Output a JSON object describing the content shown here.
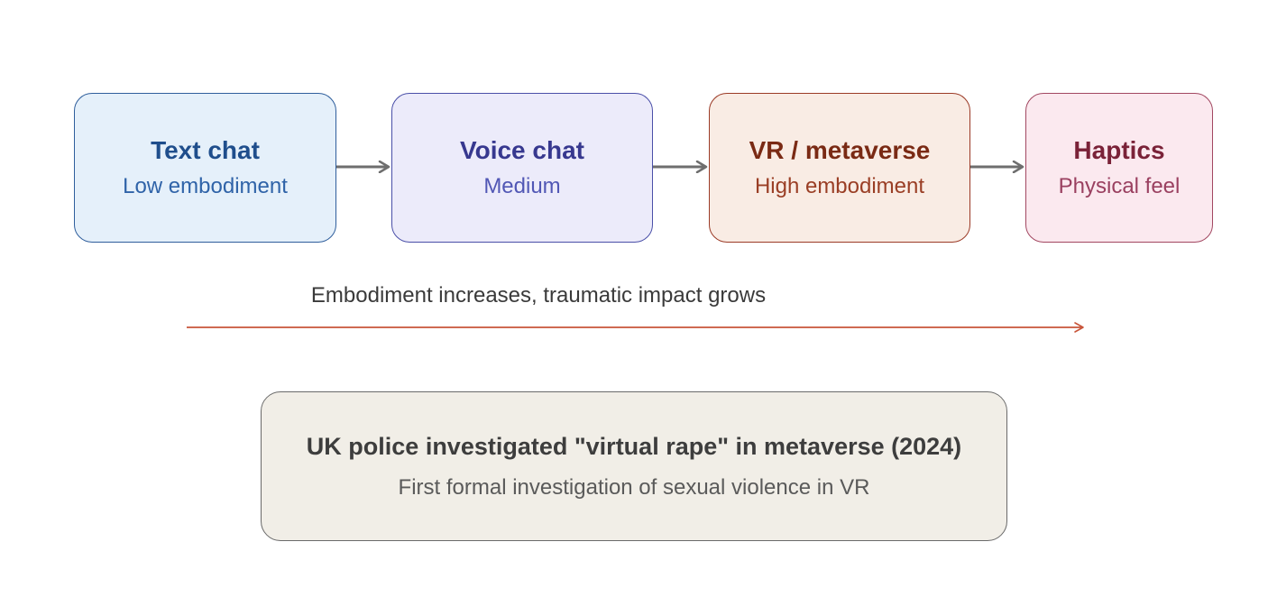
{
  "stages": [
    {
      "title": "Text chat",
      "subtitle": "Low embodiment",
      "title_color": "#1f4e8c",
      "subtitle_color": "#2f63a8"
    },
    {
      "title": "Voice chat",
      "subtitle": "Medium",
      "title_color": "#37388f",
      "subtitle_color": "#5157b5"
    },
    {
      "title": "VR / metaverse",
      "subtitle": "High embodiment",
      "title_color": "#7a2a14",
      "subtitle_color": "#9a3e25"
    },
    {
      "title": "Haptics",
      "subtitle": "Physical feel",
      "title_color": "#7a2238",
      "subtitle_color": "#9a4060"
    }
  ],
  "axis": {
    "label": "Embodiment increases, traumatic impact grows",
    "color": "#c8553a"
  },
  "connector_color": "#6e6e6e",
  "note": {
    "title": "UK police investigated \"virtual rape\" in metaverse (2024)",
    "subtitle": "First formal investigation of sexual violence in VR"
  }
}
